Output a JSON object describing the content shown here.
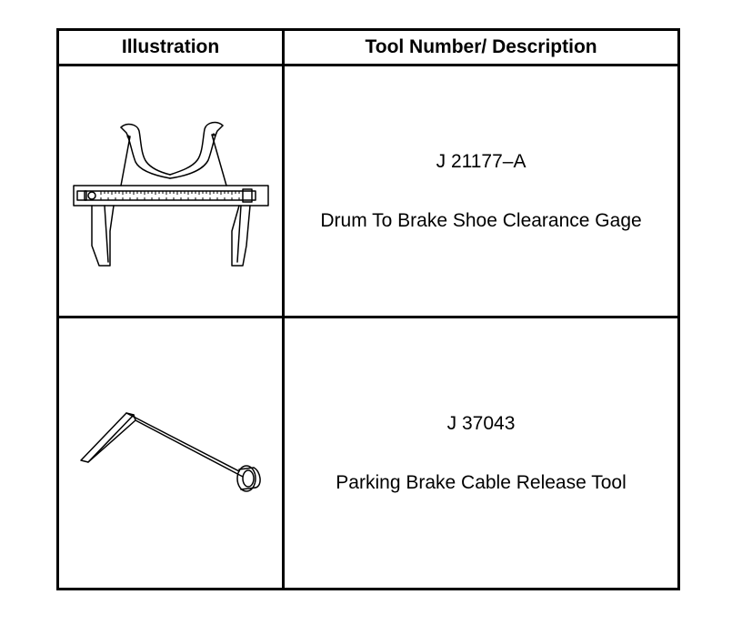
{
  "table": {
    "headers": {
      "illustration": "Illustration",
      "tool": "Tool Number/ Description"
    },
    "rows": [
      {
        "tool_number": "J 21177–A",
        "description": "Drum To Brake Shoe Clearance Gage",
        "illustration_icon": "brake-shoe-clearance-gage-drawing"
      },
      {
        "tool_number": "J 37043",
        "description": "Parking Brake Cable Release Tool",
        "illustration_icon": "cable-release-tool-drawing"
      }
    ]
  }
}
